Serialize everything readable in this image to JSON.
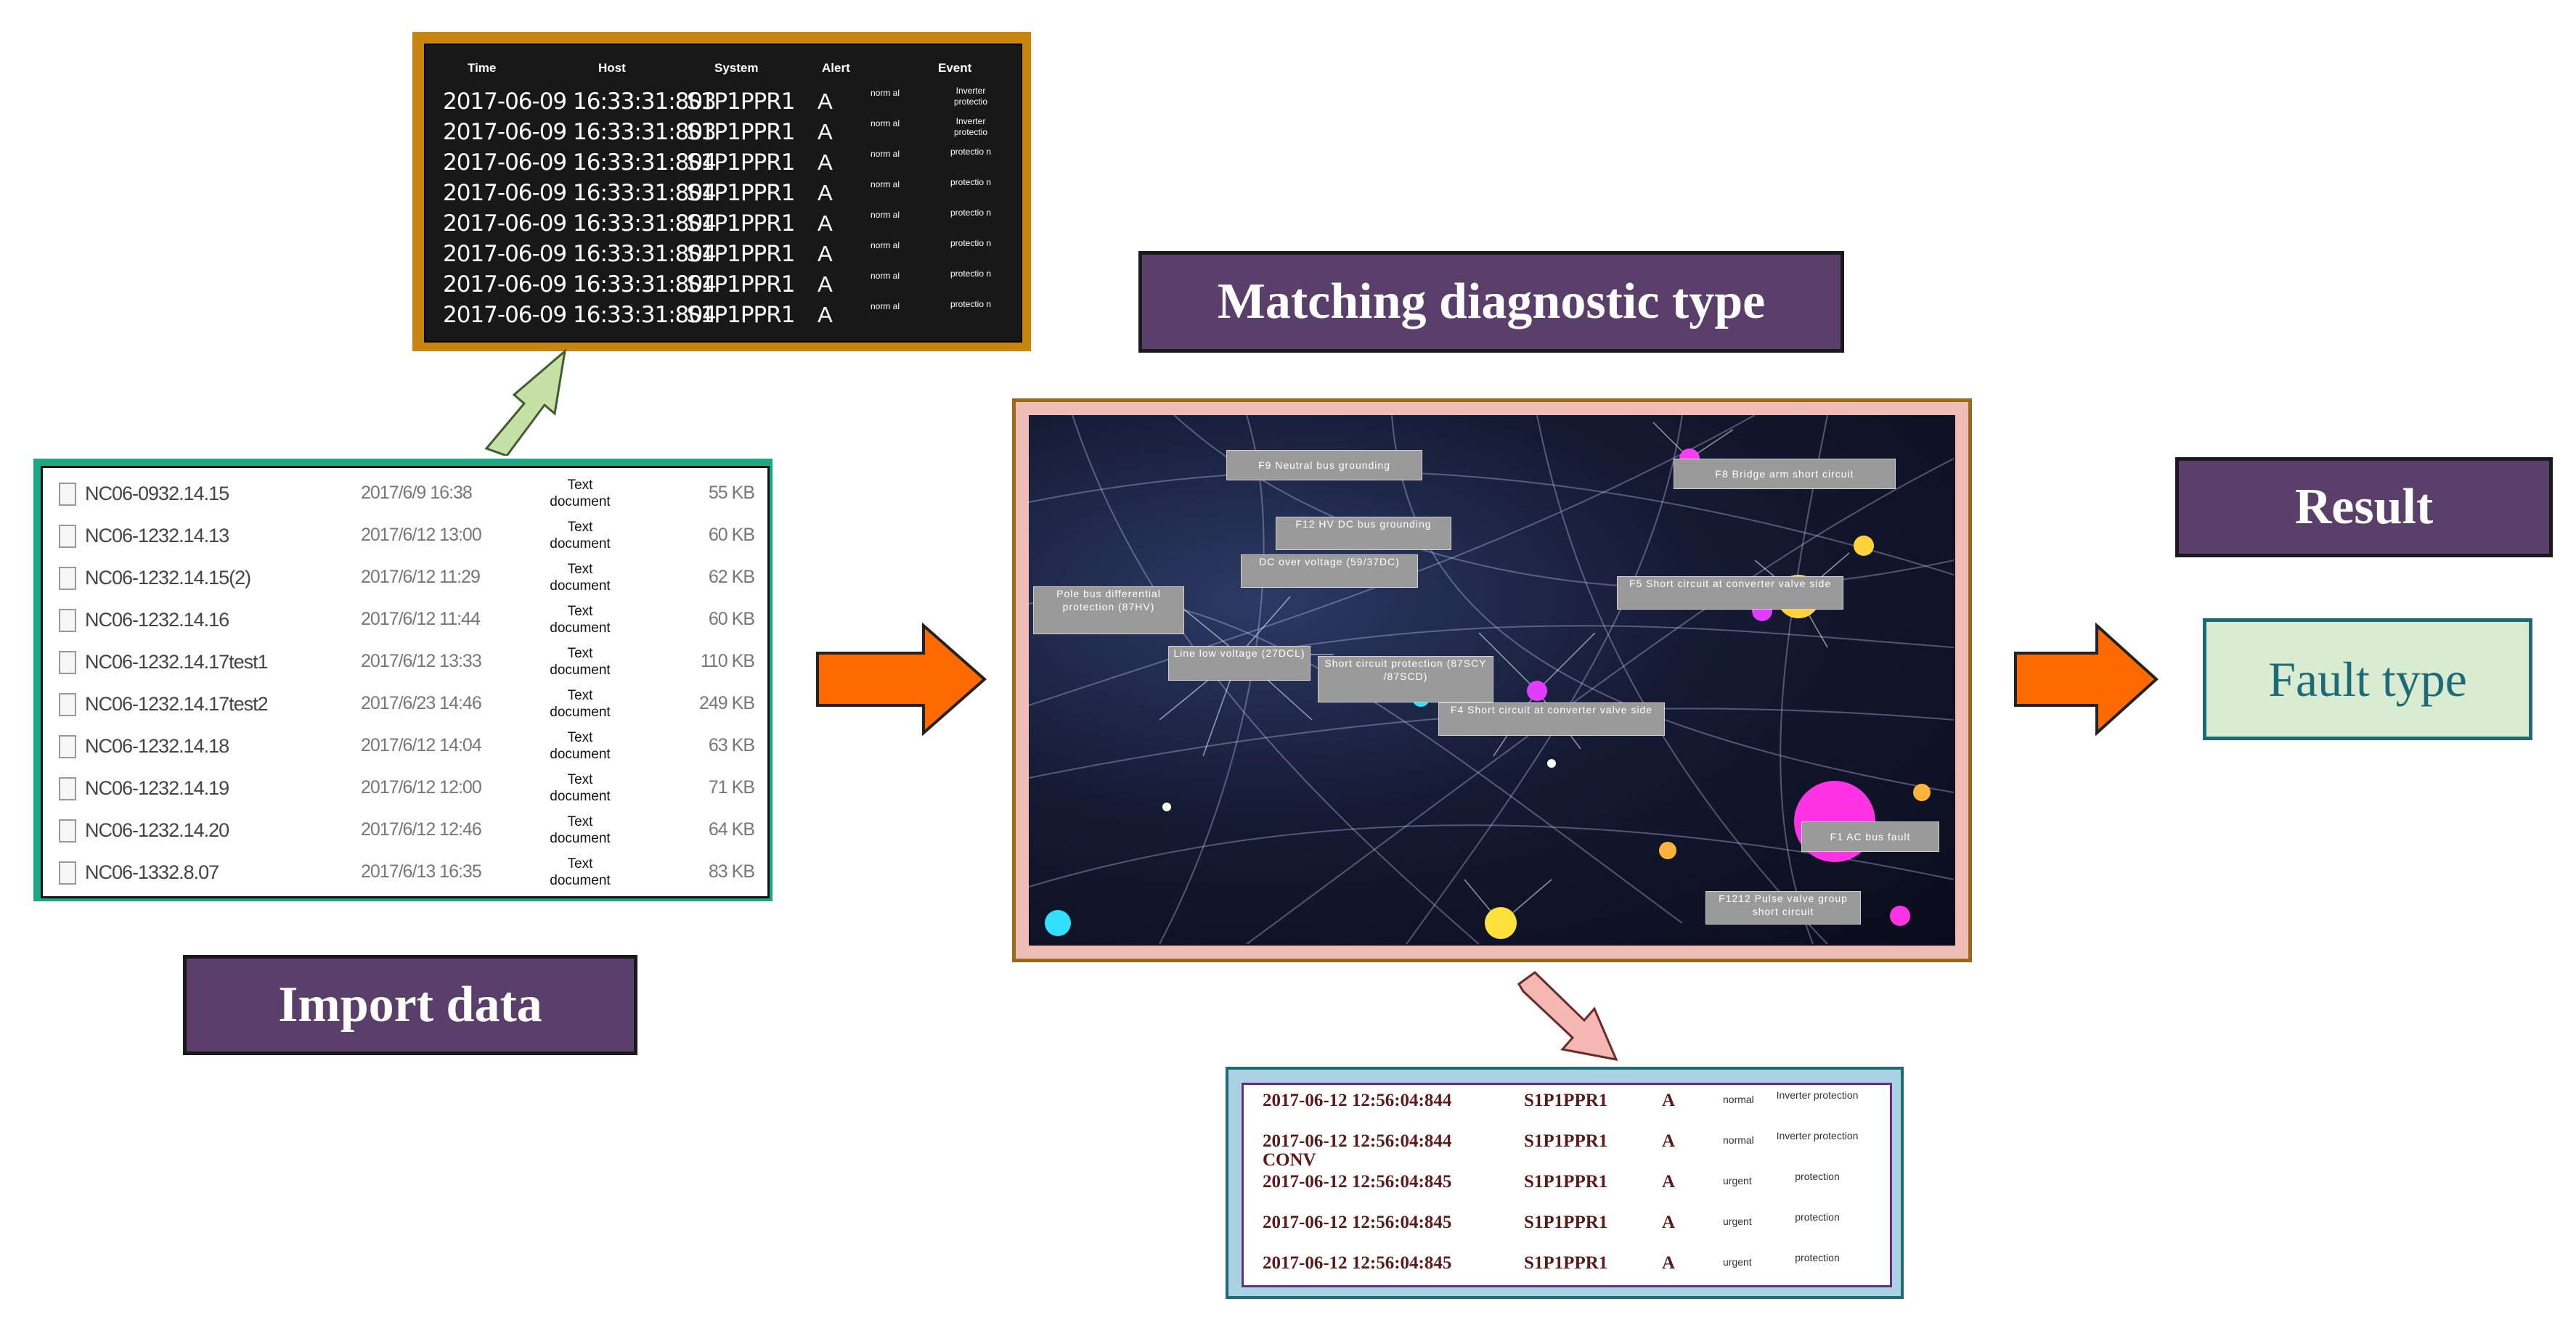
{
  "labels": {
    "import": "Import data",
    "matching": "Matching diagnostic type",
    "result": "Result",
    "fault_type": "Fault type"
  },
  "dark_log": {
    "headers": [
      "Time",
      "Host",
      "System",
      "Alert",
      "Event"
    ],
    "rows": [
      {
        "time": "2017-06-09 16:33:31:803",
        "system": "S1P1PPR1",
        "alert": "A",
        "status": "norm al",
        "event": "Inverter protectio"
      },
      {
        "time": "2017-06-09 16:33:31:803",
        "system": "S1P1PPR1",
        "alert": "A",
        "status": "norm al",
        "event": "Inverter protectio"
      },
      {
        "time": "2017-06-09 16:33:31:804",
        "system": "S1P1PPR1",
        "alert": "A",
        "status": "norm al",
        "event": "protectio n"
      },
      {
        "time": "2017-06-09 16:33:31:804",
        "system": "S1P1PPR1",
        "alert": "A",
        "status": "norm al",
        "event": "protectio n"
      },
      {
        "time": "2017-06-09 16:33:31:804",
        "system": "S1P1PPR1",
        "alert": "A",
        "status": "norm al",
        "event": "protectio n"
      },
      {
        "time": "2017-06-09 16:33:31:804",
        "system": "S1P1PPR1",
        "alert": "A",
        "status": "norm al",
        "event": "protectio n"
      },
      {
        "time": "2017-06-09 16:33:31:804",
        "system": "S1P1PPR1",
        "alert": "A",
        "status": "norm al",
        "event": "protectio n"
      },
      {
        "time": "2017-06-09 16:33:31:804",
        "system": "S1P1PPR1",
        "alert": "A",
        "status": "norm al",
        "event": "protectio n"
      }
    ]
  },
  "files": [
    {
      "name": "NC06-0932.14.15",
      "date": "2017/6/9 16:38",
      "type": "Text document",
      "size": "55 KB"
    },
    {
      "name": "NC06-1232.14.13",
      "date": "2017/6/12 13:00",
      "type": "Text document",
      "size": "60 KB"
    },
    {
      "name": "NC06-1232.14.15(2)",
      "date": "2017/6/12 11:29",
      "type": "Text document",
      "size": "62 KB"
    },
    {
      "name": "NC06-1232.14.16",
      "date": "2017/6/12 11:44",
      "type": "Text document",
      "size": "60 KB"
    },
    {
      "name": "NC06-1232.14.17test1",
      "date": "2017/6/12 13:33",
      "type": "Text document",
      "size": "110 KB"
    },
    {
      "name": "NC06-1232.14.17test2",
      "date": "2017/6/23 14:46",
      "type": "Text document",
      "size": "249 KB"
    },
    {
      "name": "NC06-1232.14.18",
      "date": "2017/6/12 14:04",
      "type": "Text document",
      "size": "63 KB"
    },
    {
      "name": "NC06-1232.14.19",
      "date": "2017/6/12 12:00",
      "type": "Text document",
      "size": "71 KB"
    },
    {
      "name": "NC06-1232.14.20",
      "date": "2017/6/12 12:46",
      "type": "Text document",
      "size": "64 KB"
    },
    {
      "name": "NC06-1332.8.07",
      "date": "2017/6/13 16:35",
      "type": "Text document",
      "size": "83 KB"
    }
  ],
  "network_labels": [
    "F9 Neutral bus grounding",
    "F8 Bridge arm short circuit",
    "F12 HV DC bus grounding",
    "DC over voltage (59/37DC)",
    "Pole bus differential protection (87HV)",
    "F5 Short circuit at converter valve side",
    "Line low voltage (27DCL)",
    "Short circuit protection (87SCY /87SCD)",
    "F4 Short circuit at converter valve side",
    "F1 AC bus fault",
    "F1212 Pulse valve group short circuit"
  ],
  "light_log": {
    "rows": [
      {
        "time": "2017-06-12 12:56:04:844",
        "system": "S1P1PPR1",
        "alert": "A",
        "status": "normal",
        "event": "Inverter protection",
        "extra": ""
      },
      {
        "time": "2017-06-12 12:56:04:844",
        "system": "S1P1PPR1",
        "alert": "A",
        "status": "normal",
        "event": "Inverter protection",
        "extra": "CONV"
      },
      {
        "time": "2017-06-12 12:56:04:845",
        "system": "S1P1PPR1",
        "alert": "A",
        "status": "urgent",
        "event": "protection",
        "extra": ""
      },
      {
        "time": "2017-06-12 12:56:04:845",
        "system": "S1P1PPR1",
        "alert": "A",
        "status": "urgent",
        "event": "protection",
        "extra": ""
      },
      {
        "time": "2017-06-12 12:56:04:845",
        "system": "S1P1PPR1",
        "alert": "A",
        "status": "urgent",
        "event": "protection",
        "extra": ""
      }
    ]
  },
  "colors": {
    "label_bg": "#5b3f6b",
    "orange_arrow": "#ff6a00",
    "green_arrow": "#c7e0a6",
    "pink_arrow": "#f5b7b1"
  }
}
